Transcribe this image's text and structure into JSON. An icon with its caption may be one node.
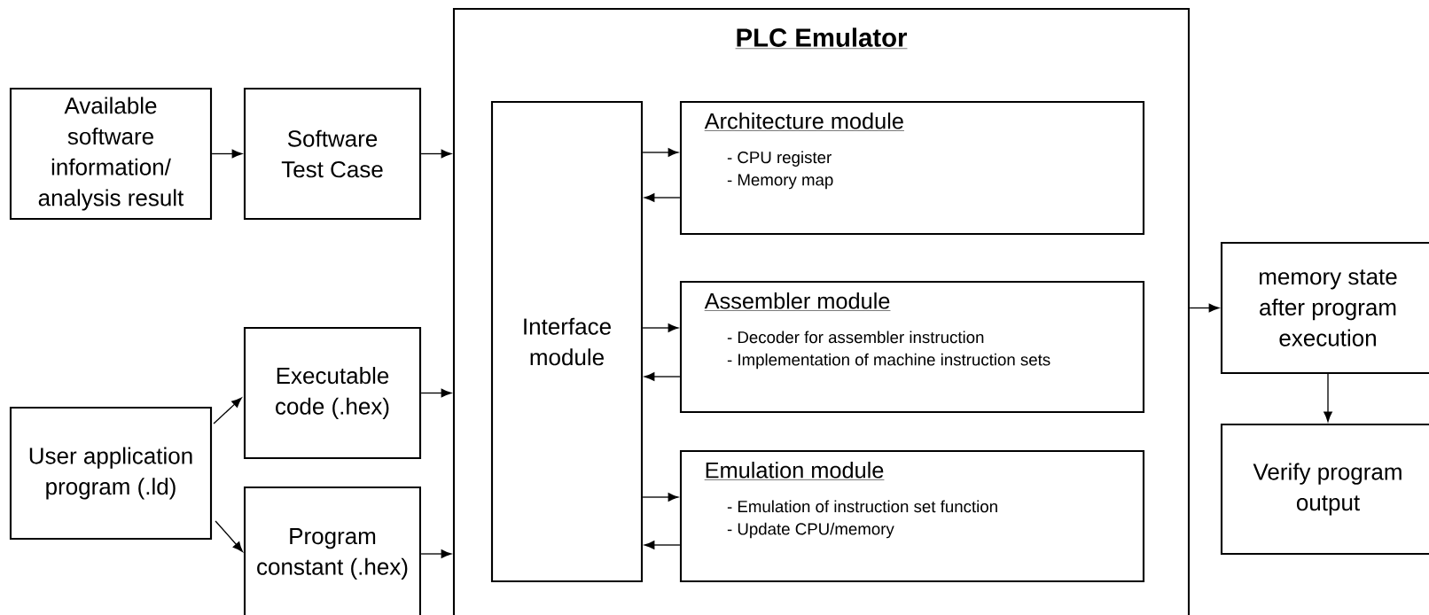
{
  "diagram": {
    "nodes": [
      {
        "text": [
          "Available software information/ analysis result"
        ]
      },
      {
        "text": [
          "Software Test Case"
        ]
      },
      {
        "text": [
          "User application program (.ld)"
        ]
      },
      {
        "text": [
          "Executable code (.hex)"
        ]
      },
      {
        "text": [
          "Program constant (.hex)"
        ]
      },
      {
        "text": [
          "PLC Emulator"
        ]
      },
      {
        "text": [
          "Interface module"
        ],
        "in": 5
      },
      {
        "text": [
          "Architecture module",
          "- CPU register",
          "- Memory map"
        ],
        "in": 5
      },
      {
        "text": [
          "Assembler module",
          "- Decoder for assembler instruction",
          "- Implementation of machine instruction sets"
        ],
        "in": 5
      },
      {
        "text": [
          "Emulation module",
          "- Emulation of instruction set function",
          "- Update CPU/memory"
        ],
        "in": 5
      },
      {
        "text": [
          "memory state after program execution"
        ]
      },
      {
        "text": [
          "Verify program output"
        ]
      }
    ],
    "edges": [
      {
        "from": 0,
        "to": 1,
        "arrow": "to"
      },
      {
        "from": 1,
        "to": 5,
        "arrow": "to"
      },
      {
        "from": 2,
        "to": 3,
        "arrow": "to"
      },
      {
        "from": 2,
        "to": 4,
        "arrow": "to"
      },
      {
        "from": 3,
        "to": 5,
        "arrow": "to"
      },
      {
        "from": 4,
        "to": 5,
        "arrow": "to"
      },
      {
        "from": 6,
        "to": 7,
        "arrow": "to"
      },
      {
        "from": 7,
        "to": 6,
        "arrow": "to"
      },
      {
        "from": 6,
        "to": 8,
        "arrow": "to"
      },
      {
        "from": 8,
        "to": 6,
        "arrow": "to"
      },
      {
        "from": 6,
        "to": 9,
        "arrow": "to"
      },
      {
        "from": 9,
        "to": 6,
        "arrow": "to"
      },
      {
        "from": 5,
        "to": 10,
        "arrow": "to"
      },
      {
        "from": 10,
        "to": 11,
        "arrow": "to"
      }
    ]
  }
}
